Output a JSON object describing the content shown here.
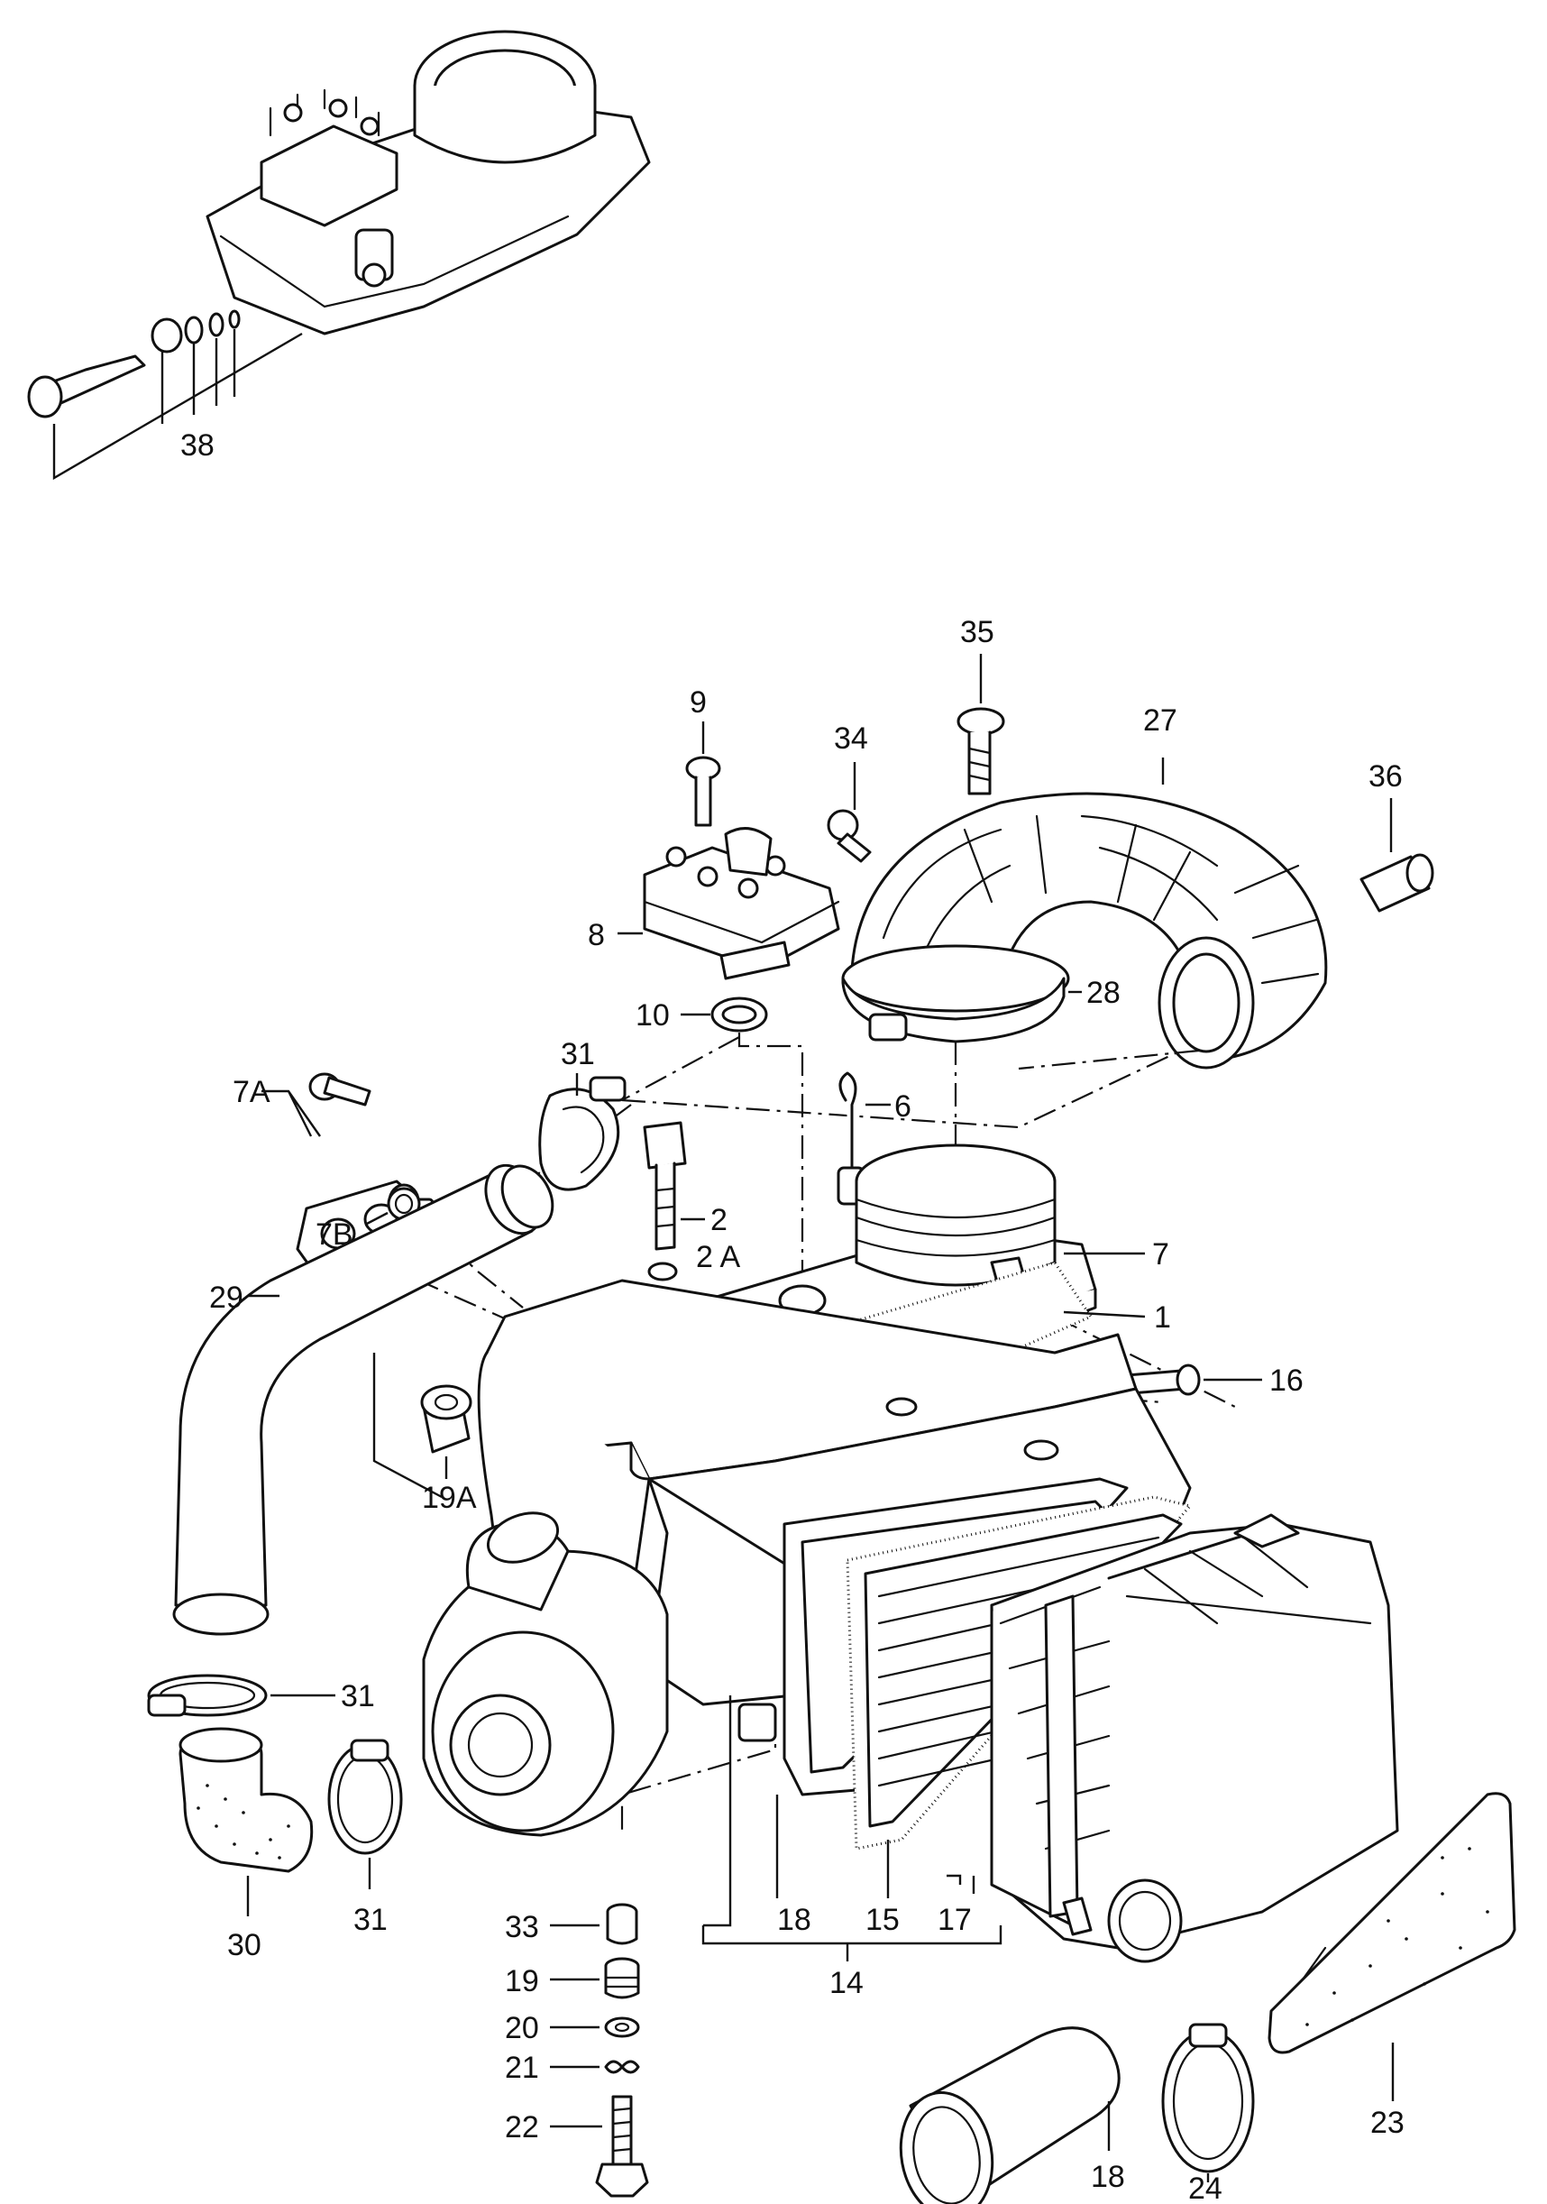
{
  "callouts": {
    "c1": "1",
    "c2": "2",
    "c2A": "2 A",
    "c6": "6",
    "c7": "7",
    "c7A": "7A",
    "c7B": "7B",
    "c8": "8",
    "c9": "9",
    "c10": "10",
    "c14": "14",
    "c15": "15",
    "c16": "16",
    "c17": "17",
    "c18a": "18",
    "c18b": "18",
    "c19": "19",
    "c19A": "19A",
    "c20": "20",
    "c21": "21",
    "c22": "22",
    "c23": "23",
    "c24": "24",
    "c27": "27",
    "c28": "28",
    "c29": "29",
    "c30": "30",
    "c31a": "31",
    "c31b": "31",
    "c31c": "31",
    "c33": "33",
    "c34": "34",
    "c35": "35",
    "c36": "36",
    "c38": "38"
  }
}
